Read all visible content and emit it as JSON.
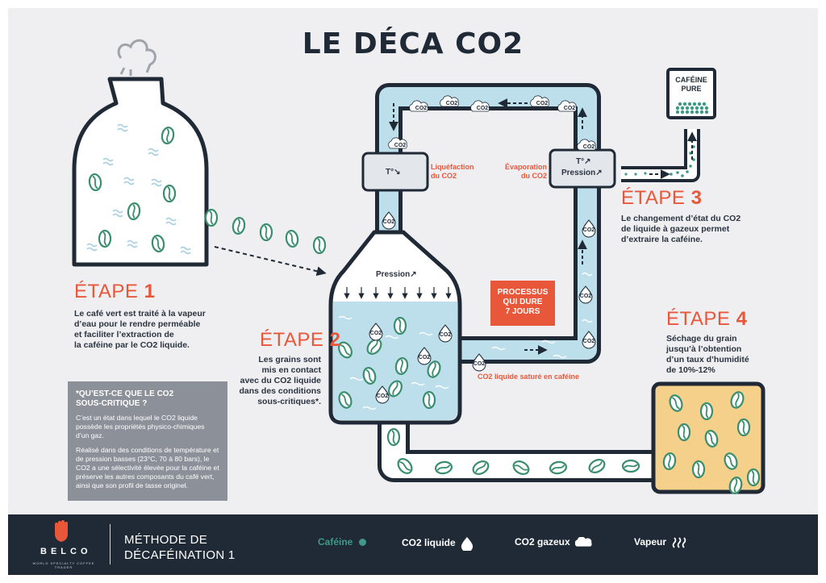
{
  "title": "LE DÉCA CO2",
  "steps": {
    "s1": {
      "word": "ÉTAPE",
      "num": "1",
      "desc": [
        "Le café vert est traité à la vapeur",
        "d’eau pour le rendre perméable",
        "et faciliter l’extraction de",
        "la caféine par le CO2 liquide."
      ]
    },
    "s2": {
      "word": "ÉTAPE",
      "num": "2",
      "desc": [
        "Les grains sont",
        "mis en contact",
        "avec du CO2 liquide",
        "dans des conditions",
        "sous-critiques*."
      ]
    },
    "s3": {
      "word": "ÉTAPE",
      "num": "3",
      "desc": [
        "Le changement d’état du CO2",
        "de liquide à gazeux permet",
        "d’extraire la caféine."
      ]
    },
    "s4": {
      "word": "ÉTAPE",
      "num": "4",
      "desc": [
        "Séchage du grain",
        "jusqu’à l’obtention",
        "d’un taux d’humidité",
        "de 10%-12%"
      ]
    }
  },
  "labels": {
    "liquefaction": [
      "Liquéfaction",
      "du CO2"
    ],
    "evaporation": [
      "Évaporation",
      "du CO2"
    ],
    "temp_down": "T°↘",
    "temp_up": "T°↗",
    "pressure_right": "Pression↗",
    "pressure_tank": "Pression↗",
    "co2_saturated": "CO2 liquide saturé en caféine",
    "process": [
      "PROCESSUS",
      "QUI DURE",
      "7 JOURS"
    ],
    "caffeine_box": [
      "CAFÉINE",
      "PURE"
    ],
    "co2_tag": "CO2"
  },
  "info": {
    "title": [
      "*QU’EST-CE QUE LE CO2",
      "SOUS-CRITIQUE ?"
    ],
    "p1": "C’est un état dans lequel le CO2 liquide possède les propriétés physico-chimiques d’un gaz.",
    "p2": "Réalisé dans des conditions de température et de pression basses (23°C, 70 à 80 bars), le CO2 a une sélectivité élevée pour la caféine et préserve les autres composants du café vert, ainsi que son profil de tasse originel."
  },
  "footer": {
    "brand": "BELCO",
    "brand_sub": "WORLD SPECIALTY COFFEE TRADER",
    "method": [
      "MÉTHODE DE",
      "DÉCAFÉINATION 1"
    ],
    "legend": {
      "cafeine": "Caféine",
      "co2_liquide": "CO2 liquide",
      "co2_gazeux": "CO2 gazeux",
      "vapeur": "Vapeur"
    }
  },
  "colors": {
    "dark": "#1f2a36",
    "orange": "#e8573a",
    "teal": "#3d9a87",
    "liquid": "#bcdfeb",
    "sand": "#f4d08a",
    "bean": "#3a8e6e",
    "bg": "#efeff2"
  }
}
